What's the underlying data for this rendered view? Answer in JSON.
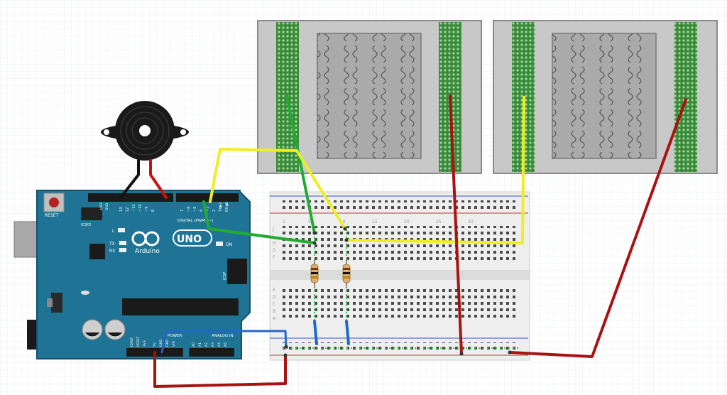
{
  "colors": {
    "board": "#1f7496",
    "board_edge": "#15506b",
    "wire_green": "#22aa33",
    "wire_yellow": "#eeee22",
    "wire_red": "#aa1111",
    "wire_blue": "#2266cc",
    "wire_black": "#111111",
    "breadboard": "#eeeeee",
    "sensor_body": "#c8c8c8",
    "sensor_strip": "#3a8a3a"
  },
  "arduino": {
    "brand": "Arduino",
    "model": "UNO",
    "reset_label": "RESET",
    "icsp2_label": "ICSP2",
    "icsp_label": "ICSP",
    "digital_label": "DIGITAL (PWM=~)",
    "analog_label": "ANALOG IN",
    "power_label": "POWER",
    "led_l": "L",
    "led_tx": "TX",
    "led_rx": "RX",
    "on_label": "ON",
    "aref": "AREF",
    "gnd": "GND",
    "digital_pins": [
      "13",
      "12",
      "~11",
      "~10",
      "~9",
      "8",
      "7",
      "~6",
      "~5",
      "4",
      "~3",
      "2",
      "TX▶1",
      "RX◀0"
    ],
    "power_pins": [
      "IOREF",
      "RESET",
      "3V3",
      "5V",
      "GND",
      "GND",
      "VIN"
    ],
    "analog_pins": [
      "A0",
      "A1",
      "A2",
      "A3",
      "A4",
      "A5"
    ]
  },
  "breadboard": {
    "row_letters_top": [
      "J",
      "I",
      "H",
      "G",
      "F"
    ],
    "row_letters_bottom": [
      "E",
      "D",
      "C",
      "B",
      "A"
    ],
    "column_numbers": [
      "1",
      "5",
      "10",
      "15",
      "20",
      "25",
      "30"
    ]
  },
  "sensors": [
    {
      "id": "sensor-1"
    },
    {
      "id": "sensor-2"
    }
  ],
  "icons": {
    "buzzer": "piezo-buzzer-icon",
    "resistor": "resistor-icon",
    "usb": "usb-port-icon",
    "power_jack": "dc-jack-icon"
  }
}
